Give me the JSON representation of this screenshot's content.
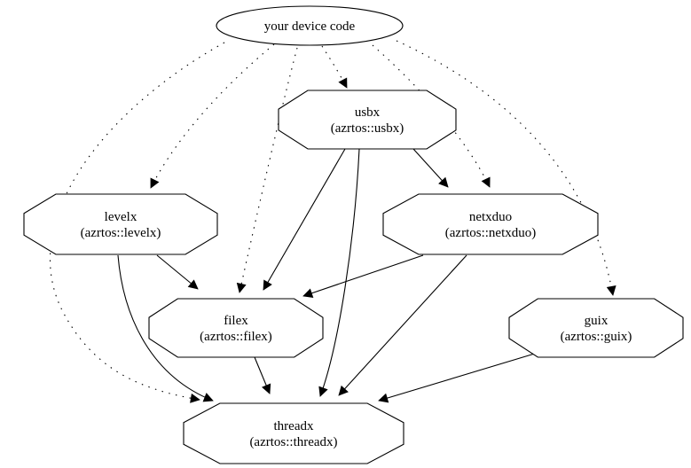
{
  "diagram": {
    "type": "dependency-graph",
    "style": "graphviz-digraph",
    "background_color": "#ffffff",
    "stroke_color": "#000000",
    "nodes": [
      {
        "id": "device",
        "label": "your device code",
        "sublabel": "",
        "shape": "ellipse"
      },
      {
        "id": "usbx",
        "label": "usbx",
        "sublabel": "(azrtos::usbx)",
        "shape": "octagon"
      },
      {
        "id": "levelx",
        "label": "levelx",
        "sublabel": "(azrtos::levelx)",
        "shape": "octagon"
      },
      {
        "id": "netxduo",
        "label": "netxduo",
        "sublabel": "(azrtos::netxduo)",
        "shape": "octagon"
      },
      {
        "id": "filex",
        "label": "filex",
        "sublabel": "(azrtos::filex)",
        "shape": "octagon"
      },
      {
        "id": "guix",
        "label": "guix",
        "sublabel": "(azrtos::guix)",
        "shape": "octagon"
      },
      {
        "id": "threadx",
        "label": "threadx",
        "sublabel": "(azrtos::threadx)",
        "shape": "octagon"
      }
    ],
    "edges": [
      {
        "from": "device",
        "to": "usbx",
        "style": "dotted"
      },
      {
        "from": "device",
        "to": "levelx",
        "style": "dotted"
      },
      {
        "from": "device",
        "to": "netxduo",
        "style": "dotted"
      },
      {
        "from": "device",
        "to": "filex",
        "style": "dotted"
      },
      {
        "from": "device",
        "to": "guix",
        "style": "dotted"
      },
      {
        "from": "device",
        "to": "threadx",
        "style": "dotted"
      },
      {
        "from": "usbx",
        "to": "netxduo",
        "style": "solid"
      },
      {
        "from": "usbx",
        "to": "filex",
        "style": "solid"
      },
      {
        "from": "usbx",
        "to": "threadx",
        "style": "solid"
      },
      {
        "from": "levelx",
        "to": "filex",
        "style": "solid"
      },
      {
        "from": "levelx",
        "to": "threadx",
        "style": "solid"
      },
      {
        "from": "netxduo",
        "to": "filex",
        "style": "solid"
      },
      {
        "from": "netxduo",
        "to": "threadx",
        "style": "solid"
      },
      {
        "from": "filex",
        "to": "threadx",
        "style": "solid"
      },
      {
        "from": "guix",
        "to": "threadx",
        "style": "solid"
      }
    ]
  }
}
